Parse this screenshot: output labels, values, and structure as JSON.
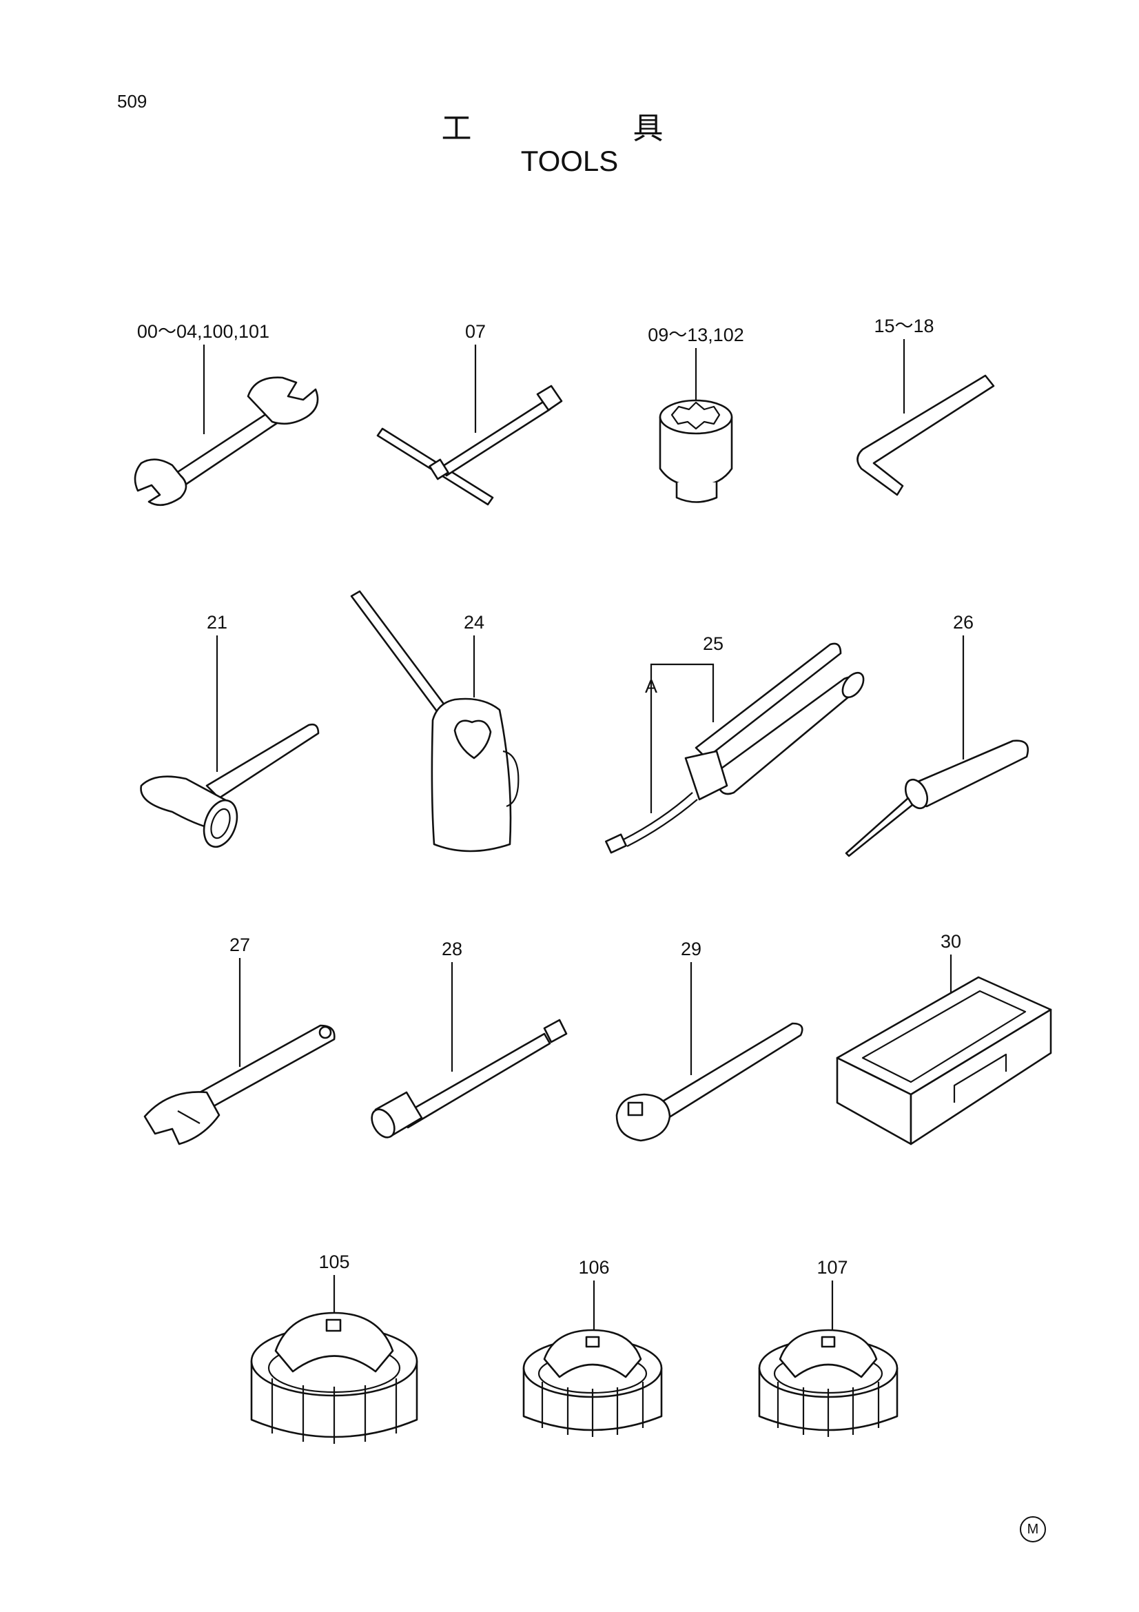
{
  "page": {
    "number": "509",
    "title_jp": "工 具",
    "title_en": "TOOLS",
    "mark": "M"
  },
  "tools": [
    {
      "label": "00～04,100,101",
      "icon": "double-open-end-wrench-icon"
    },
    {
      "label": "07",
      "icon": "t-handle-wrench-icon"
    },
    {
      "label": "09～13,102",
      "icon": "socket-icon"
    },
    {
      "label": "15～18",
      "icon": "hex-key-icon"
    },
    {
      "label": "21",
      "icon": "hammer-icon"
    },
    {
      "label": "24",
      "icon": "oil-can-icon"
    },
    {
      "label": "25",
      "icon": "grease-gun-icon",
      "sublabel": "A"
    },
    {
      "label": "26",
      "icon": "screwdriver-icon"
    },
    {
      "label": "27",
      "icon": "adjustable-wrench-icon"
    },
    {
      "label": "28",
      "icon": "extension-bar-icon"
    },
    {
      "label": "29",
      "icon": "ratchet-handle-icon"
    },
    {
      "label": "30",
      "icon": "tool-box-icon"
    },
    {
      "label": "105",
      "icon": "filter-wrench-cup-icon"
    },
    {
      "label": "106",
      "icon": "filter-wrench-cup-icon"
    },
    {
      "label": "107",
      "icon": "filter-wrench-cup-icon"
    }
  ]
}
